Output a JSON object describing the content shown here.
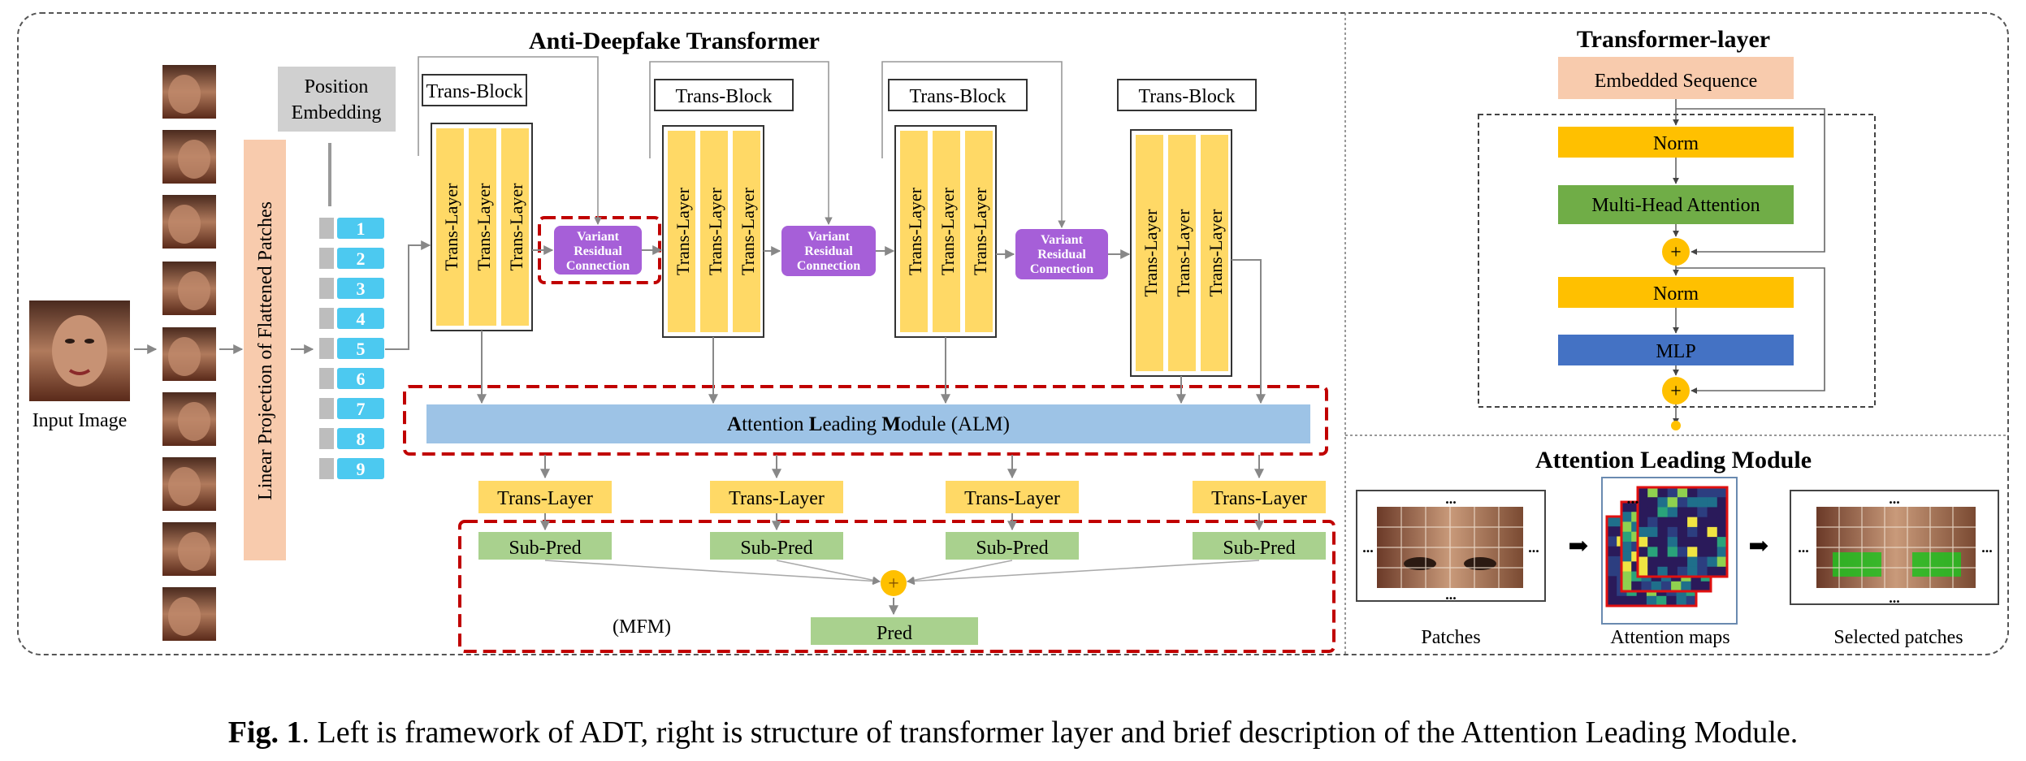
{
  "left": {
    "title": "Anti-Deepfake Transformer",
    "input_label": "Input Image",
    "position_embedding": [
      "Position",
      "Embedding"
    ],
    "linear_projection": "Linear Projection of Flattened Patches",
    "patch_numbers": [
      "1",
      "2",
      "3",
      "4",
      "5",
      "6",
      "7",
      "8",
      "9"
    ],
    "trans_block": "Trans-Block",
    "trans_layer": "Trans-Layer",
    "vrc": [
      "Variant",
      "Residual",
      "Connection"
    ],
    "alm": {
      "a": "A",
      "ttention": "ttention ",
      "l": "L",
      "eading": "eading ",
      "m": "M",
      "odule": "odule (ALM)"
    },
    "sub_pred": "Sub-Pred",
    "mfm": "(MFM)",
    "pred": "Pred",
    "plus": "+"
  },
  "transformer_layer": {
    "title": "Transformer-layer",
    "embedded": "Embedded Sequence",
    "norm": "Norm",
    "mha": "Multi-Head Attention",
    "mlp": "MLP"
  },
  "alm_panel": {
    "title": "Attention Leading Module",
    "patches": "Patches",
    "attention_maps": "Attention maps",
    "selected": "Selected patches",
    "dots": "..."
  },
  "caption": {
    "fig": "Fig. 1",
    "text": ". Left is framework of ADT, right is structure of transformer layer and brief description of the Attention Leading Module."
  },
  "colors": {
    "yellow": "#FFC000",
    "light_yellow": "#FFD966",
    "orange_light": "#F8CBAD",
    "purple": "#A65FD8",
    "cyan": "#4CC9F0",
    "green": "#70AD47",
    "light_green": "#A9D18E",
    "blue": "#4472C4",
    "alm_blue": "#9DC3E6",
    "red_dash": "#C00000"
  }
}
